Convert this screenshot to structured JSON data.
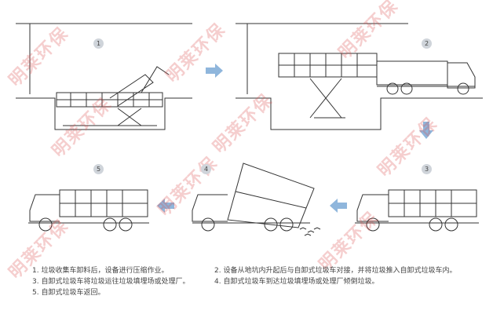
{
  "watermark": "明莱环保",
  "steps": [
    "1",
    "2",
    "3",
    "4",
    "5"
  ],
  "captions": [
    "1. 垃圾收集车卸料后，设备进行压缩作业。",
    "2. 设备从地坑内升起后与自卸式垃圾车对接，并将垃圾推入自卸式垃圾车内。",
    "3. 自卸式垃圾车将垃圾运往垃圾填埋场或处理厂。",
    "4. 自卸式垃圾车到达垃圾填埋场或处理厂倾倒垃圾。",
    "5. 自卸式垃圾车返回。"
  ],
  "colors": {
    "arrow": "#8fb6dc",
    "line": "#333333",
    "watermark": "#dc5050"
  }
}
